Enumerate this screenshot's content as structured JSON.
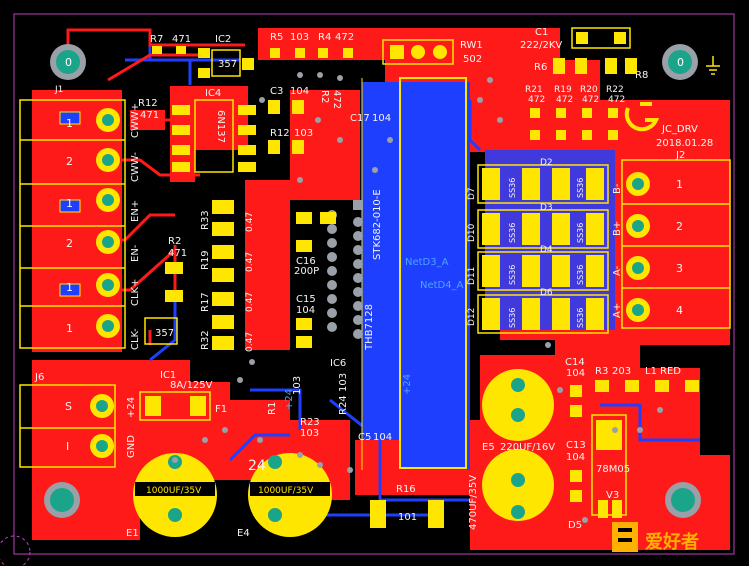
{
  "colors": {
    "background": "#000000",
    "top_copper": "#ff1a1a",
    "bottom_copper": "#1f3fff",
    "pad": "#ffe600",
    "silkscreen": "#f5f5f0",
    "via_pad": "#9aa0a8",
    "hole_bg": "#1aa58a",
    "board_outline": "#c040c0"
  },
  "watermark": "爱好者",
  "board": {
    "logo_text": "JC_DRV",
    "date": "2018.01.28",
    "connectors": {
      "J1": {
        "label": "J1",
        "pins": [
          "CWW+",
          "CWW-",
          "EN+",
          "EN-",
          "CLK+",
          "CLK-"
        ],
        "numbers": [
          "1",
          "2",
          "1",
          "2",
          "1",
          "1"
        ]
      },
      "J2": {
        "label": "J2",
        "pins": [
          "B-",
          "B+",
          "A-",
          "A+"
        ],
        "numbers": [
          "1",
          "2",
          "3",
          "4"
        ]
      },
      "J6": {
        "label": "J6",
        "pins": [
          "+24",
          "GND"
        ],
        "numbers": [
          "S",
          "I"
        ]
      }
    },
    "components": {
      "r7": "R7",
      "r7v": "471",
      "ic2": "IC2",
      "ic2v": "357",
      "r5": "R5",
      "r5v": "103",
      "r4": "R4",
      "r4v": "472",
      "rw1": "RW1",
      "rw1v": "502",
      "c1": "C1",
      "c1v": "222/2KV",
      "r6": "R6",
      "r8": "R8",
      "r12a": "R12",
      "r12av": "471",
      "ic4": "IC4",
      "ic4v": "6N137",
      "c3": "C3",
      "c3v": "104",
      "r12b": "R12",
      "r12bv": "103",
      "r2": "R2",
      "r2v": "472",
      "c17": "C17",
      "c17v": "104",
      "r21": "R21",
      "r19": "R19",
      "r20": "R20",
      "r22": "R22",
      "r21v": "472",
      "r19v": "472",
      "r20v": "472",
      "r22v": "472",
      "d2": "D2",
      "d3": "D3",
      "d4": "D4",
      "d6": "D6",
      "d7": "D7",
      "d10": "D10",
      "d11": "D11",
      "d12": "D12",
      "ss36": "SS36",
      "netd3": "NetD3_A",
      "netd4": "NetD4_A",
      "stk": "STK682-010-E",
      "thb": "THB7128",
      "ic6": "IC6",
      "r33": "R33",
      "r19b": "R19",
      "r17": "R17",
      "r32": "R32",
      "r047": "0.47",
      "c16": "C16",
      "c16v": "200P",
      "c15": "C15",
      "c15v": "104",
      "r2b": "R2",
      "r2bv": "471",
      "ic1": "IC1",
      "ic1v": "357",
      "fuse": "8A/125V",
      "f1": "F1",
      "r1": "R1",
      "r1v": "103",
      "r23": "R23",
      "r23v": "103",
      "r24": "R24",
      "r24v": "103",
      "c5": "C5",
      "c5v": "104",
      "e1": "E1",
      "e1v": "1000UF/35V",
      "e4": "E4",
      "e4v": "1000UF/35V",
      "r16": "R16",
      "r16v": "101",
      "e5": "E5",
      "e5v": "220UF/16V",
      "e6v": "470UF/35V",
      "c14": "C14",
      "c14v": "104",
      "r3": "R3",
      "r3v": "203",
      "l1": "L1",
      "l1v": "RED",
      "c13": "C13",
      "c13v": "104",
      "v3": "V3",
      "v3v": "78M05",
      "d5": "D5",
      "plus24": "+24",
      "gnd": "GND",
      "plus24b": "+24",
      "n24": "24"
    }
  }
}
